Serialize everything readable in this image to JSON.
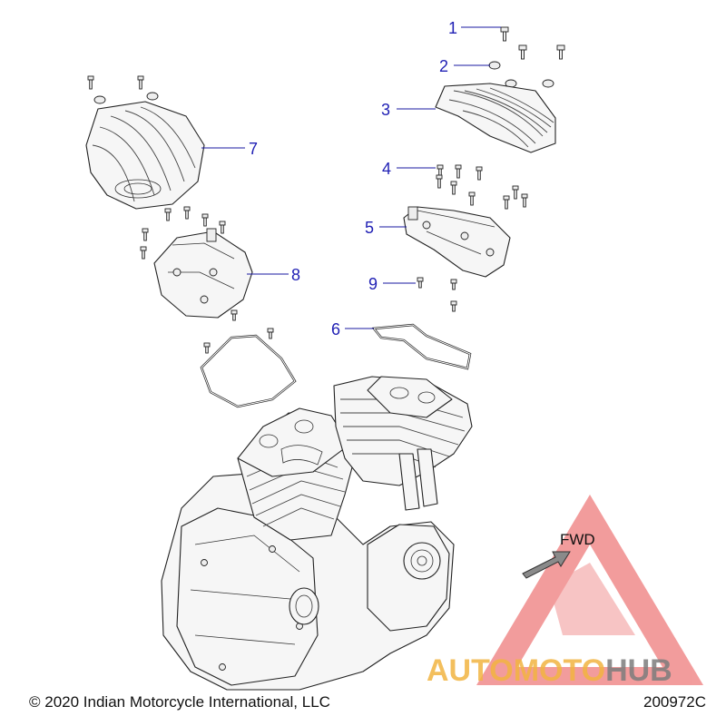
{
  "callouts": [
    {
      "id": "1"
    },
    {
      "id": "2"
    },
    {
      "id": "3"
    },
    {
      "id": "4"
    },
    {
      "id": "5"
    },
    {
      "id": "6"
    },
    {
      "id": "7"
    },
    {
      "id": "8"
    },
    {
      "id": "9"
    }
  ],
  "fwd_label": "FWD",
  "watermark": {
    "part1": "AUTOMOTO",
    "part2": "HUB"
  },
  "footer": {
    "copyright": "© 2020 Indian Motorcycle International, LLC",
    "figure_id": "200972C"
  },
  "colors": {
    "callout": "#1f1fb4",
    "watermark_red": "#e84c4c",
    "watermark_yellow": "#f2b441",
    "watermark_gray": "#7d7d7d"
  }
}
